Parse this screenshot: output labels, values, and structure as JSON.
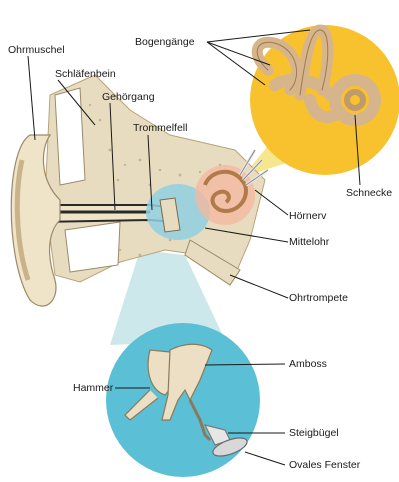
{
  "labels": {
    "ohrmuschel": "Ohrmuschel",
    "schlaefenbein": "Schläfenbein",
    "gehoergang": "Gehörgang",
    "trommelfell": "Trommelfell",
    "bogengaenge": "Bogengänge",
    "schnecke": "Schnecke",
    "hoernerv": "Hörnerv",
    "mittelohr": "Mittelohr",
    "ohrtrompete": "Ohrtrompete",
    "amboss": "Amboss",
    "hammer": "Hammer",
    "steigbuegel": "Steigbügel",
    "ovales_fenster": "Ovales Fenster"
  },
  "colors": {
    "bone": "#e8dcc0",
    "bone_dark": "#c9b48a",
    "skin": "#efe3c8",
    "inner_ear_circle": "#f7c22e",
    "inner_ear_glow": "#f4e27a",
    "middle_ear_circle": "#5bbfd6",
    "middle_ear_light": "#bfe4e8",
    "cochlea": "#d6b48c",
    "pink": "#f3b9a0",
    "canal_dark": "#2a2a2a"
  }
}
